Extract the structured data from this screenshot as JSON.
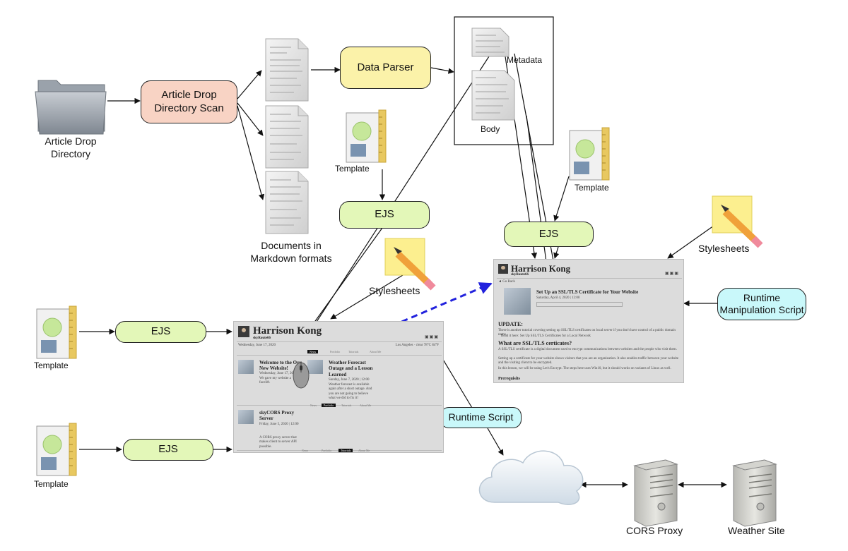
{
  "nodes": {
    "scan": "Article Drop\nDirectory Scan",
    "parser": "Data Parser",
    "ejs": "EJS",
    "runtime_manip": "Runtime\nManipulation Script",
    "runtime_script": "Runtime Script"
  },
  "labels": {
    "folder": "Article Drop\nDirectory",
    "documents": "Documents in\nMarkdown formats",
    "metadata": "Metadata",
    "body": "Body",
    "template": "Template",
    "stylesheets": "Stylesheets",
    "cors": "CORS Proxy",
    "weather": "Weather Site"
  },
  "pages": {
    "home": {
      "title": "Harrison Kong",
      "subtitle": "skyRoute66",
      "date": "Wednesday, June 17, 2020",
      "weather": "Los Angeles · clear 78°C 84°F",
      "tabs": [
        "News",
        "Portfolio",
        "Tutorials",
        "About Me"
      ],
      "articles": [
        {
          "title": "Welcome to the Our New Website!",
          "meta": "Wednesday, June 17, 2020 | 12:00",
          "text": "We gave my website a facelift."
        },
        {
          "title": "Weather Forecast Outage and a Lesson Learned",
          "meta": "Sunday, June 7, 2020 | 12:00",
          "text": "Weather forecast is available again after a short outage. And you are not going to believe what we did to fix it!"
        },
        {
          "title": "skyCORS Proxy Server",
          "meta": "Friday, June 5, 2020 | 12:00",
          "text": "A CORS proxy server that makes client to server API possible."
        }
      ]
    },
    "article": {
      "title": "Harrison Kong",
      "subtitle": "skyRoute66",
      "back": "◄ Go Back",
      "heading": "Set Up an SSL/TLS Certificate for Your Website",
      "meta": "Saturday, April 4, 2020 | 12:00",
      "update": "UPDATE:",
      "update_text": "There is another tutorial covering setting up SSL/TLS certificates on local server if you don't have control of a public domain name.",
      "bullet": "Read it here: Set Up SSL/TLS Certificates for a Local Network",
      "section": "What are SSL/TLS certicates?",
      "para1": "A SSL/TLS certificate is a digital document used to encrypt communications between websites and the people who visit them.",
      "para2": "Setting up a certificate for your website shows visitors that you are an organization. It also enables traffic between your website and the visiting client to be encrypted.",
      "para3": "In this lesson, we will be using Let's Encrypt. The steps here uses Win10, but it should works on variants of Linux as well.",
      "prereq": "Prerequisits"
    }
  },
  "colors": {
    "scan": "#f8d3c4",
    "parser": "#fbf2a9",
    "ejs": "#e3f7b8",
    "runtime": "#c9f8fa",
    "dashed_arrow": "#2222dd"
  }
}
